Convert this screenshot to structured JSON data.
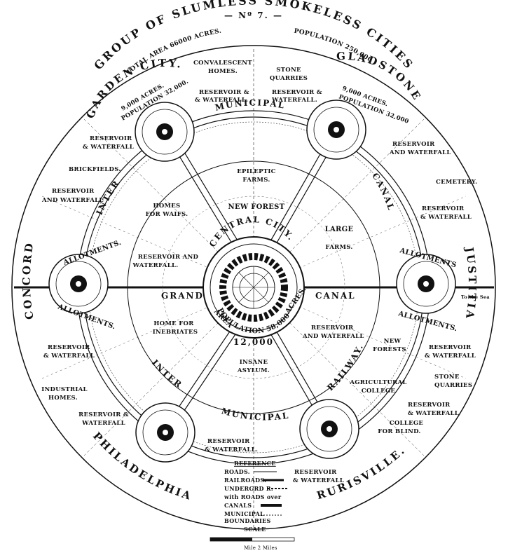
{
  "number": "— Nº 7. —",
  "title": "GROUP OF SLUMLESS SMOKELESS CITIES",
  "total_area": "TOTAL AREA 66000 ACRES.",
  "population": "POPULATION 250,000",
  "central": {
    "name": "CENTRAL CITY.",
    "population": "POPULATION 58,000",
    "area_label": "AREA",
    "area_value": "12,000",
    "acres": "ACRES."
  },
  "cities": {
    "garden": {
      "name": "GARDEN CITY.",
      "acres": "9,000 ACRES.",
      "pop": "POPULATION 32,000."
    },
    "gladstone": {
      "name": "GLADSTONE",
      "acres": "9,000 ACRES.",
      "pop": "POPULATION 32,000"
    },
    "concord": {
      "name": "CONCORD"
    },
    "justitia": {
      "name": "JUSTITIA"
    },
    "philadelphia": {
      "name": "PHILADELPHIA"
    },
    "rurisville": {
      "name": "RURISVILLE."
    }
  },
  "ring": {
    "inter": "INTER",
    "municipal": "MUNICIPAL",
    "canal": "CANAL",
    "railway": "RAILWAY.",
    "inter2": "INTER",
    "municipal2": "MUNICIPAL",
    "grand": "GRAND",
    "canal2": "CANAL"
  },
  "labels": {
    "convalescent_1": "CONVALESCENT",
    "convalescent_2": "HOMES.",
    "stone_q_1": "STONE",
    "stone_q_2": "QUARRIES",
    "res_gc_1": "RESERVOIR &",
    "res_gc_2": "& WATERFALL.",
    "res_gl_1": "RESERVOIR &",
    "res_gl_2": "WATERFALL.",
    "res_tl_1": "RESERVOIR",
    "res_tl_2": "& WATERFALL",
    "res_tr_1": "RESERVOIR",
    "res_tr_2": "AND WATERFALL",
    "brickfields": "BRICKFIELDS.",
    "cemetery": "CEMETERY.",
    "res_l_1": "RESERVOIR",
    "res_l_2": "AND WATERFALL",
    "res_r_1": "RESERVOIR",
    "res_r_2": "& WATERFALL",
    "epileptic_1": "EPILEPTIC",
    "epileptic_2": "FARMS.",
    "new_forest": "NEW FOREST",
    "homes_waifs_1": "HOMES",
    "homes_waifs_2": "FOR WAIFS.",
    "large_farms_1": "LARGE",
    "large_farms_2": "FARMS.",
    "res_c_1": "RESERVOIR AND",
    "res_c_2": "WATERFALL.",
    "allot_l1": "ALLOTMENTS.",
    "allot_l2": "ALLOTMENTS.",
    "allot_r1": "ALLOTMENTS",
    "allot_r2": "ALLOTMENTS.",
    "to_sea": "To the Sea",
    "home_inebriates_1": "HOME FOR",
    "home_inebriates_2": "INEBRIATES",
    "res_c2_1": "RESERVOIR",
    "res_c2_2": "AND WATERFALL",
    "new_forests_1": "NEW",
    "new_forests_2": "FORESTS",
    "res_ll_1": "RESERVOIR",
    "res_ll_2": "& WATERFALL",
    "res_rr_1": "RESERVOIR",
    "res_rr_2": "& WATERFALL",
    "insane_1": "INSANE",
    "insane_2": "ASYLUM.",
    "agri_1": "AGRICULTURAL",
    "agri_2": "COLLEGE",
    "stone_q2_1": "STONE",
    "stone_q2_2": "QUARRIES",
    "industrial_1": "INDUSTRIAL",
    "industrial_2": "HOMES.",
    "res_ph_1": "RESERVOIR &",
    "res_ph_2": "WATERFALL",
    "res_bot_1": "RESERVOIR",
    "res_bot_2": "& WATERFALL.",
    "res_far_1": "RESERVOIR",
    "res_far_2": "& WATERFALL",
    "college_blind_1": "COLLEGE",
    "college_blind_2": "FOR BLIND.",
    "res_ru_1": "RESERVOIR",
    "res_ru_2": "& WATERFALL"
  },
  "reference": {
    "title": "REFERENCE",
    "items": [
      "ROADS.",
      "RAILROADS.",
      "UNDERGRD R.",
      "with ROADS over",
      "CANALS",
      "MUNICIPAL",
      "BOUNDARIES",
      "SCALE"
    ]
  },
  "scale_note": "Mile        2 Miles"
}
